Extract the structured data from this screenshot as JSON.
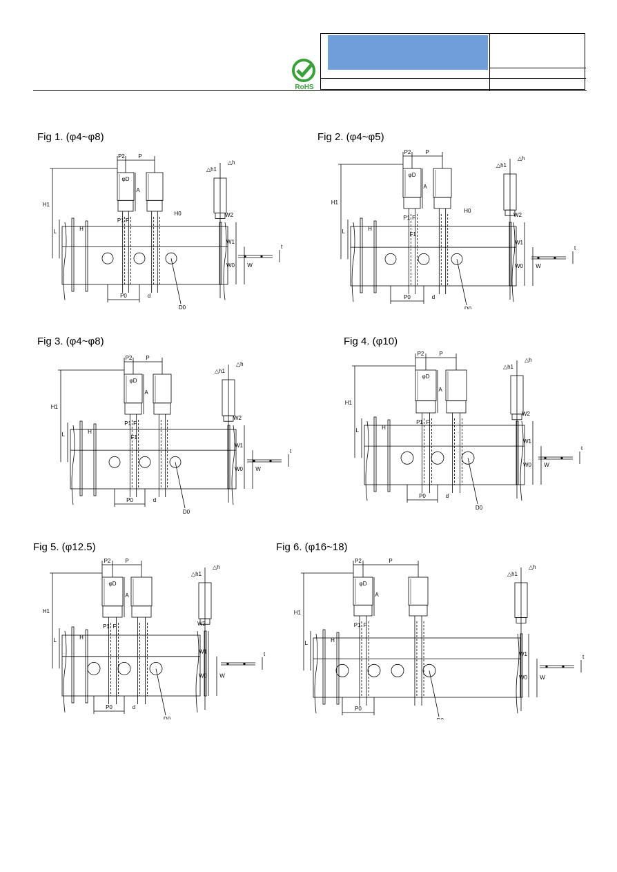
{
  "header": {
    "rohs_label": "RoHS"
  },
  "figures": [
    {
      "title": "Fig 1. (φ4~φ8)",
      "labels": {
        "p2": "P2",
        "p": "P",
        "dh": "△h",
        "dh1": "△h1",
        "phid": "φD",
        "a": "A",
        "h1": "H1",
        "h0": "H0",
        "w2": "W2",
        "p1": "P1",
        "f": "F",
        "h": "H",
        "l": "L",
        "w1": "W1",
        "w0": "W0",
        "w": "W",
        "t": "t",
        "p0": "P0",
        "d": "d",
        "d0": "D0"
      }
    },
    {
      "title": "Fig 2. (φ4~φ5)",
      "labels": {
        "p2": "P2",
        "p": "P",
        "dh": "△h",
        "dh1": "△h1",
        "phid": "φD",
        "a": "A",
        "h1": "H1",
        "w2": "W2",
        "p1": "P1",
        "f": "F",
        "h": "H",
        "l": "L",
        "f1": "F1",
        "h0": "H0",
        "w1": "W1",
        "w0": "W0",
        "w": "W",
        "t": "t",
        "p0": "P0",
        "d": "d",
        "d0": "D0"
      }
    },
    {
      "title": "Fig 3. (φ4~φ8)",
      "labels": {
        "p2": "P2",
        "p": "P",
        "dh": "△h",
        "dh1": "△h1",
        "phid": "φD",
        "a": "A",
        "h1": "H1",
        "w2": "W2",
        "p1": "P1",
        "f": "F",
        "h": "H",
        "l": "L",
        "f1": "F1",
        "w1": "W1",
        "w0": "W0",
        "w": "W",
        "t": "t",
        "p0": "P0",
        "d": "d",
        "d0": "D0"
      }
    },
    {
      "title": "Fig 4. (φ10)",
      "labels": {
        "p2": "P2",
        "p": "P",
        "dh": "△h",
        "dh1": "△h1",
        "phid": "φD",
        "a": "A",
        "h1": "H1",
        "w2": "W2",
        "p1": "P1",
        "f": "F",
        "h": "H",
        "l": "L",
        "w1": "W1",
        "w0": "W0",
        "w": "W",
        "t": "t",
        "p0": "P0",
        "d": "d",
        "d0": "D0"
      }
    },
    {
      "title": "Fig 5. (φ12.5)",
      "labels": {
        "p2": "P2",
        "p": "P",
        "dh": "△h",
        "dh1": "△h1",
        "phid": "φD",
        "a": "A",
        "h1": "H1",
        "w2": "W2",
        "p1": "P1",
        "f": "F",
        "h": "H",
        "l": "L",
        "w1": "W1",
        "w0": "W0",
        "w": "W",
        "t": "t",
        "p0": "P0",
        "d": "d",
        "d0": "D0"
      }
    },
    {
      "title": "Fig 6. (φ16~18)",
      "labels": {
        "p2": "P2",
        "p": "P",
        "dh": "△h",
        "dh1": "△h1",
        "phid": "φD",
        "a": "A",
        "h1": "H1",
        "p1": "P1",
        "f": "F",
        "h": "H",
        "l": "L",
        "w1": "W1",
        "w0": "W0",
        "w": "W",
        "t": "t",
        "p0": "P0",
        "d0": "D0"
      }
    }
  ],
  "colors": {
    "title_fill": "#6f9edb",
    "rohs_green": "#3aa03a"
  }
}
